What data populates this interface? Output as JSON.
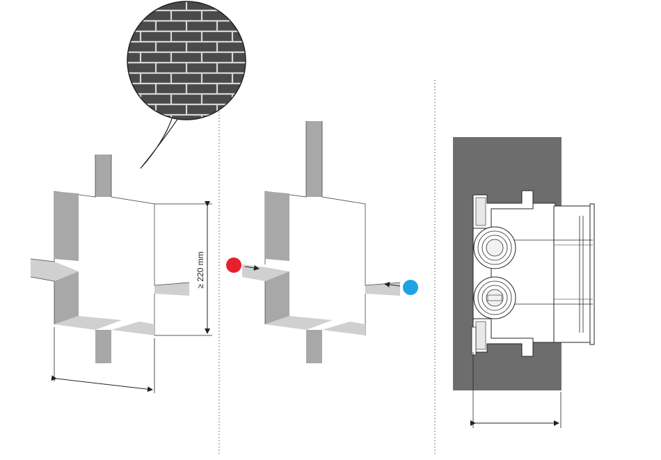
{
  "dimensions": {
    "min_depth_label": "≥ 220 mm"
  },
  "markers": {
    "hot": {
      "name": "hot-water-dot",
      "color": "#e8202a"
    },
    "cold": {
      "name": "cold-water-dot",
      "color": "#1ba3e3"
    }
  },
  "palette": {
    "wall": "#6d6d6d",
    "recess_side": "#a8a8a8",
    "recess_floor": "#d0d0d0",
    "brick": "#4a4a4a",
    "mortar": "#d6d6d6",
    "outline": "#222222"
  },
  "panels": [
    {
      "name": "recess-with-dimensions"
    },
    {
      "name": "recess-with-inlets"
    },
    {
      "name": "installed-body-section"
    }
  ]
}
